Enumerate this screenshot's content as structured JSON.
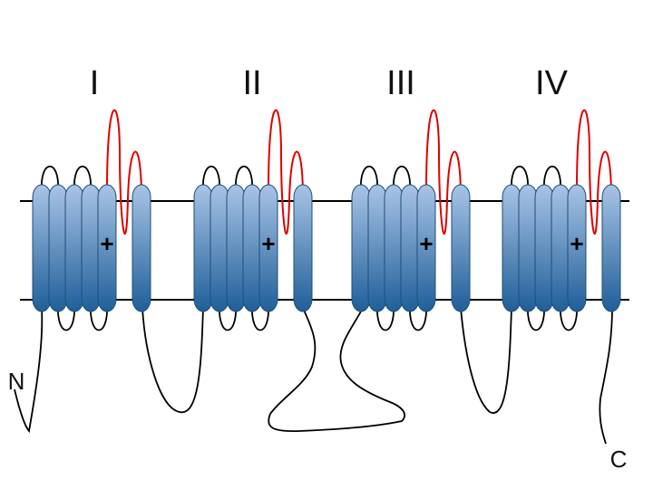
{
  "domains": [
    {
      "label": "I"
    },
    {
      "label": "II"
    },
    {
      "label": "III"
    },
    {
      "label": "IV"
    }
  ],
  "charge_symbol": "+",
  "n_terminus_label": "N",
  "c_terminus_label": "C",
  "colors": {
    "helix_light": "#a9c4e6",
    "helix_dark": "#1f5f99",
    "pore_loop": "#e00000",
    "line": "#000000",
    "background": "#ffffff"
  }
}
